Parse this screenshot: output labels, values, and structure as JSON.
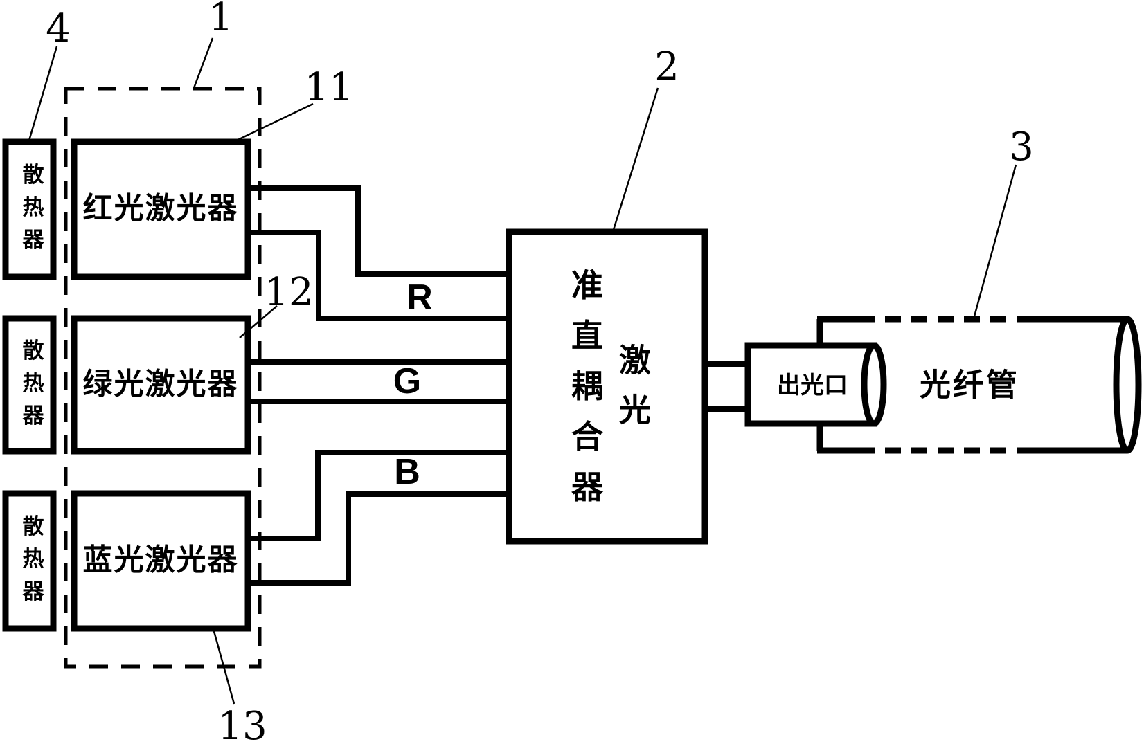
{
  "heat_sinks": [
    {
      "label": "散热器"
    },
    {
      "label": "散热器"
    },
    {
      "label": "散热器"
    }
  ],
  "lasers": [
    {
      "label": "红光激光器"
    },
    {
      "label": "绿光激光器"
    },
    {
      "label": "蓝光激光器"
    }
  ],
  "channels": {
    "red": "R",
    "green": "G",
    "blue": "B"
  },
  "coupler": {
    "label_main": "准直耦合器",
    "label_side": "激光"
  },
  "output_port": {
    "label": "出光口"
  },
  "fiber_tube": {
    "label": "光纤管"
  },
  "refs": {
    "assembly": "1",
    "coupler": "2",
    "fiber_tube": "3",
    "heat_sink": "4",
    "red_laser": "11",
    "green_laser": "12",
    "blue_laser": "13"
  },
  "colors": {
    "ink": "#000000",
    "paper": "#ffffff"
  }
}
